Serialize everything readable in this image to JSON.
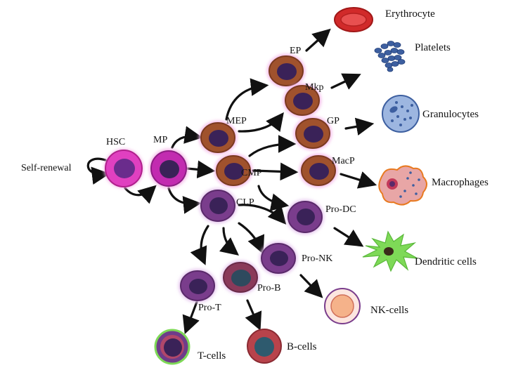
{
  "nodes": {
    "hsc": "HSC",
    "self_renewal": "Self-renewal",
    "mp": "MP",
    "mep": "MEP",
    "ep": "EP",
    "mkp": "Mkp",
    "gp": "GP",
    "cmp": "CMP",
    "macp": "MacP",
    "clp": "CLP",
    "pro_dc": "Pro-DC",
    "pro_nk": "Pro-NK",
    "pro_b": "Pro-B",
    "pro_t": "Pro-T"
  },
  "outputs": {
    "erythrocyte": "Erythrocyte",
    "platelets": "Platelets",
    "granulocytes": "Granulocytes",
    "macrophages": "Macrophages",
    "dendritic": "Dendritic cells",
    "nk": "NK-cells",
    "b": "B-cells",
    "t": "T-cells"
  },
  "colors": {
    "hsc_fill": "#E040C0",
    "hsc_nucleus": "#6A2C8C",
    "mp_fill": "#C22BB0",
    "myeloid_fill": "#A0522D",
    "lymphoid_fill": "#7A3D8C",
    "nucleus_dark": "#3A2258",
    "glow": "#F4B8E8",
    "erythrocyte": "#D12A2A",
    "platelets": "#3D5FA0",
    "granulocyte": "#9DB6E0",
    "macrophage": "#E8A6A6",
    "dendritic": "#7ED957",
    "nk": "#F5B28A",
    "bcell": "#B8434B",
    "tcell": "#6E3C8A",
    "arrow": "#111111"
  }
}
